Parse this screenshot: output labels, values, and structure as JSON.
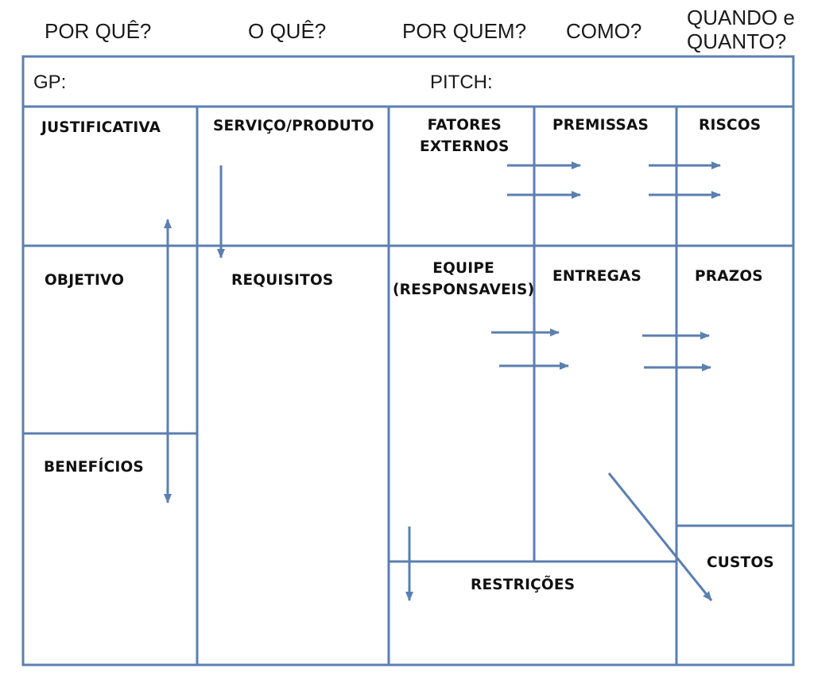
{
  "header": {
    "questions": [
      "POR QUÊ?",
      "O QUÊ?",
      "POR QUEM?",
      "COMO?",
      [
        "QUANDO e",
        "QUANTO?"
      ]
    ]
  },
  "top_bar": {
    "gp_label": "GP:",
    "pitch_label": "PITCH:"
  },
  "cells": {
    "justificativa": "JUSTIFICATIVA",
    "servico_produto": "SERVIÇO/PRODUTO",
    "fatores_externos": [
      "FATORES",
      "EXTERNOS"
    ],
    "premissas": "PREMISSAS",
    "riscos": "RISCOS",
    "objetivo": "OBJETIVO",
    "requisitos": "REQUISITOS",
    "equipe": [
      "EQUIPE",
      "(RESPONSAVEIS)"
    ],
    "entregas": "ENTREGAS",
    "prazos": "PRAZOS",
    "beneficios": "BENEFÍCIOS",
    "restricoes": "RESTRIÇÕES",
    "custos": "CUSTOS"
  },
  "colors": {
    "line": "#5b7fb0",
    "text": "#111111"
  }
}
